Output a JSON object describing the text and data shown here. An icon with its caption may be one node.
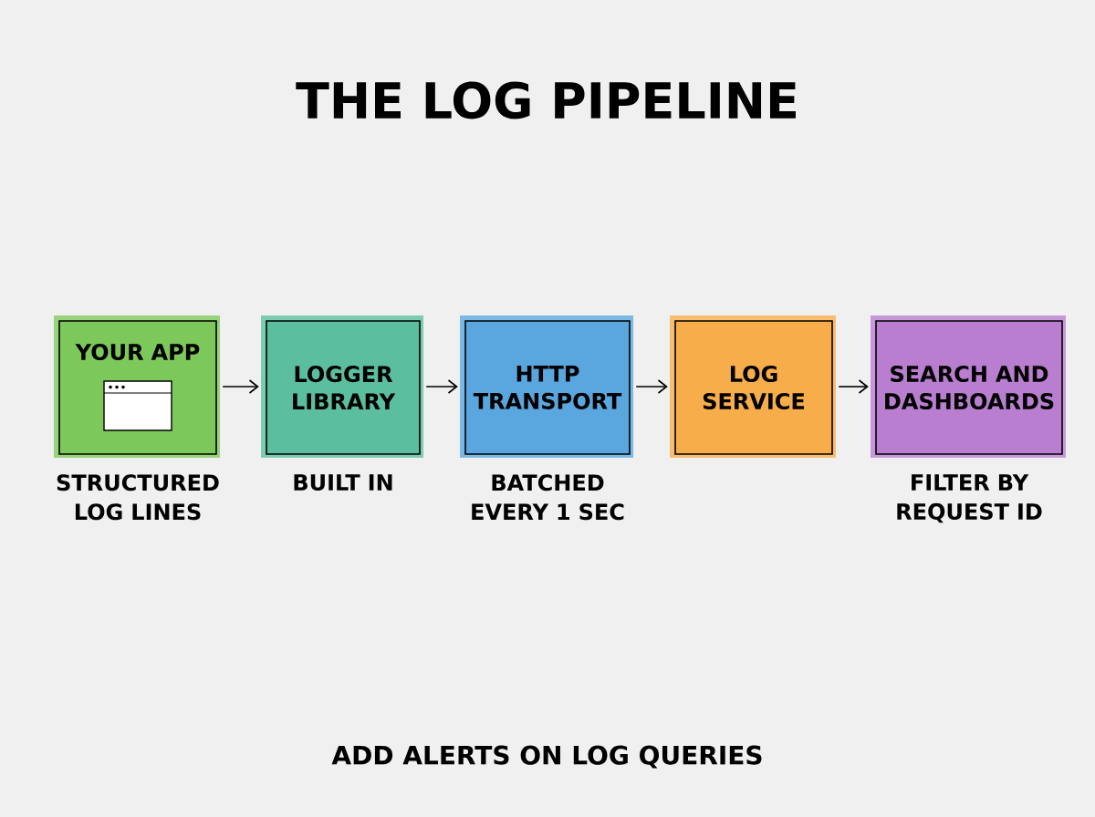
{
  "diagram": {
    "title": "THE LOG PIPELINE",
    "caption": "ADD ALERTS ON LOG QUERIES",
    "nodes": [
      {
        "text": [
          "YOUR APP"
        ],
        "beside": [
          "STRUCTURED LOG LINES"
        ]
      },
      {
        "text": [
          "LOGGER LIBRARY"
        ],
        "beside": [
          "BUILT IN"
        ]
      },
      {
        "text": [
          "HTTP TRANSPORT"
        ],
        "beside": [
          "BATCHED EVERY 1 SEC"
        ]
      },
      {
        "text": [
          "LOG SERVICE"
        ]
      },
      {
        "text": [
          "SEARCH AND DASHBOARDS"
        ],
        "beside": [
          "FILTER BY REQUEST ID"
        ]
      }
    ],
    "edges": [
      {
        "from": 0,
        "to": 1,
        "arrow": "to"
      },
      {
        "from": 1,
        "to": 2,
        "arrow": "to"
      },
      {
        "from": 2,
        "to": 3,
        "arrow": "to"
      },
      {
        "from": 3,
        "to": 4,
        "arrow": "to"
      }
    ]
  }
}
